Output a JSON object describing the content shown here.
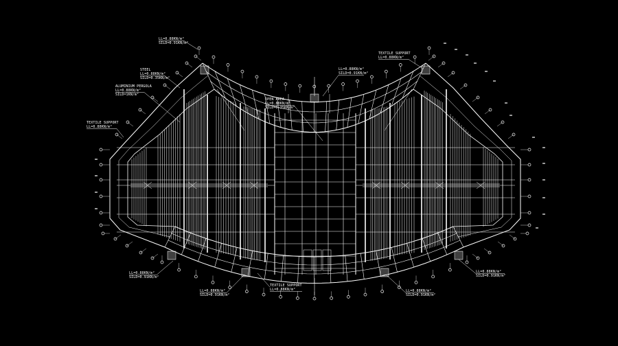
{
  "drawing": {
    "background": "#000000",
    "line_color": "#ffffff",
    "annotations": {
      "top_left": {
        "line1": "LL=0.88KN/m²",
        "line2": "SILD=0.91KN/m²"
      },
      "steel": {
        "line1": "STEEL",
        "line2": "LL=0.88KN/m²",
        "line3": "SILD=0.35KN/m²"
      },
      "aluminium": {
        "line1": "ALUMINIUM PERGOLA",
        "line2": "LL=0.88KN/m²",
        "line3": "SILD=1KN/m²"
      },
      "textile_left": {
        "line1": "TEXTILE SUPPORT",
        "line2": "LL=0.88KN/m²"
      },
      "top_center": {
        "line1": "LL=0.88KN/m²",
        "line2": "SILD=0.91KN/m²"
      },
      "center": {
        "line1": "OPEN AREA",
        "line2": "LL=0.88KN/m²",
        "line3": "SILD=0.35KN/m²"
      },
      "textile_top_right": {
        "line1": "TEXTILE SUPPORT",
        "line2": "LL=0.88KN/m²"
      },
      "bottom_left": {
        "line1": "LL=0.88KN/m²",
        "line2": "SILD=0.91KN/m²"
      },
      "bottom_center_left": {
        "line1": "LL=0.88KN/m²",
        "line2": "SILD=0.91KN/m²"
      },
      "textile_bottom": {
        "line1": "TEXTILE SUPPORT",
        "line2": "LL=0.88KN/m²"
      },
      "bottom_center_right": {
        "line1": "LL=0.88KN/m²",
        "line2": "SILD=0.91KN/m²"
      },
      "bottom_right": {
        "line1": "LL=0.88KN/m²",
        "line2": "SILD=0.91KN/m²"
      }
    }
  }
}
